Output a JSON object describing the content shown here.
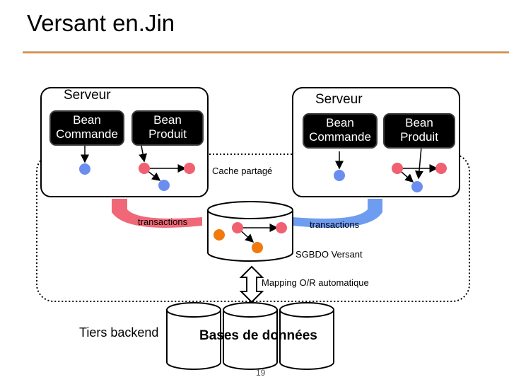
{
  "title": "Versant en.Jin",
  "servers": [
    {
      "label": "Serveur",
      "bean1": [
        "Bean",
        "Commande"
      ],
      "bean2": [
        "Bean",
        "Produit"
      ]
    },
    {
      "label": "Serveur",
      "bean1": [
        "Bean",
        "Commande"
      ],
      "bean2": [
        "Bean",
        "Produit"
      ]
    }
  ],
  "cache_label": "Cache partagé",
  "transactions_left": "transactions",
  "transactions_right": "transactions",
  "sgbdo_label": "SGBDO Versant",
  "mapping_label": "Mapping O/R automatique",
  "tiers_label": "Tiers backend",
  "databases_label": "Bases de données",
  "page_number": "19",
  "colors": {
    "accent_rule": "#f08c2c",
    "arrow_left": "#f06878",
    "arrow_right": "#6e9cf0",
    "node_red": "#f06070",
    "node_blue": "#6a8ef0",
    "node_orange": "#f07a10"
  }
}
